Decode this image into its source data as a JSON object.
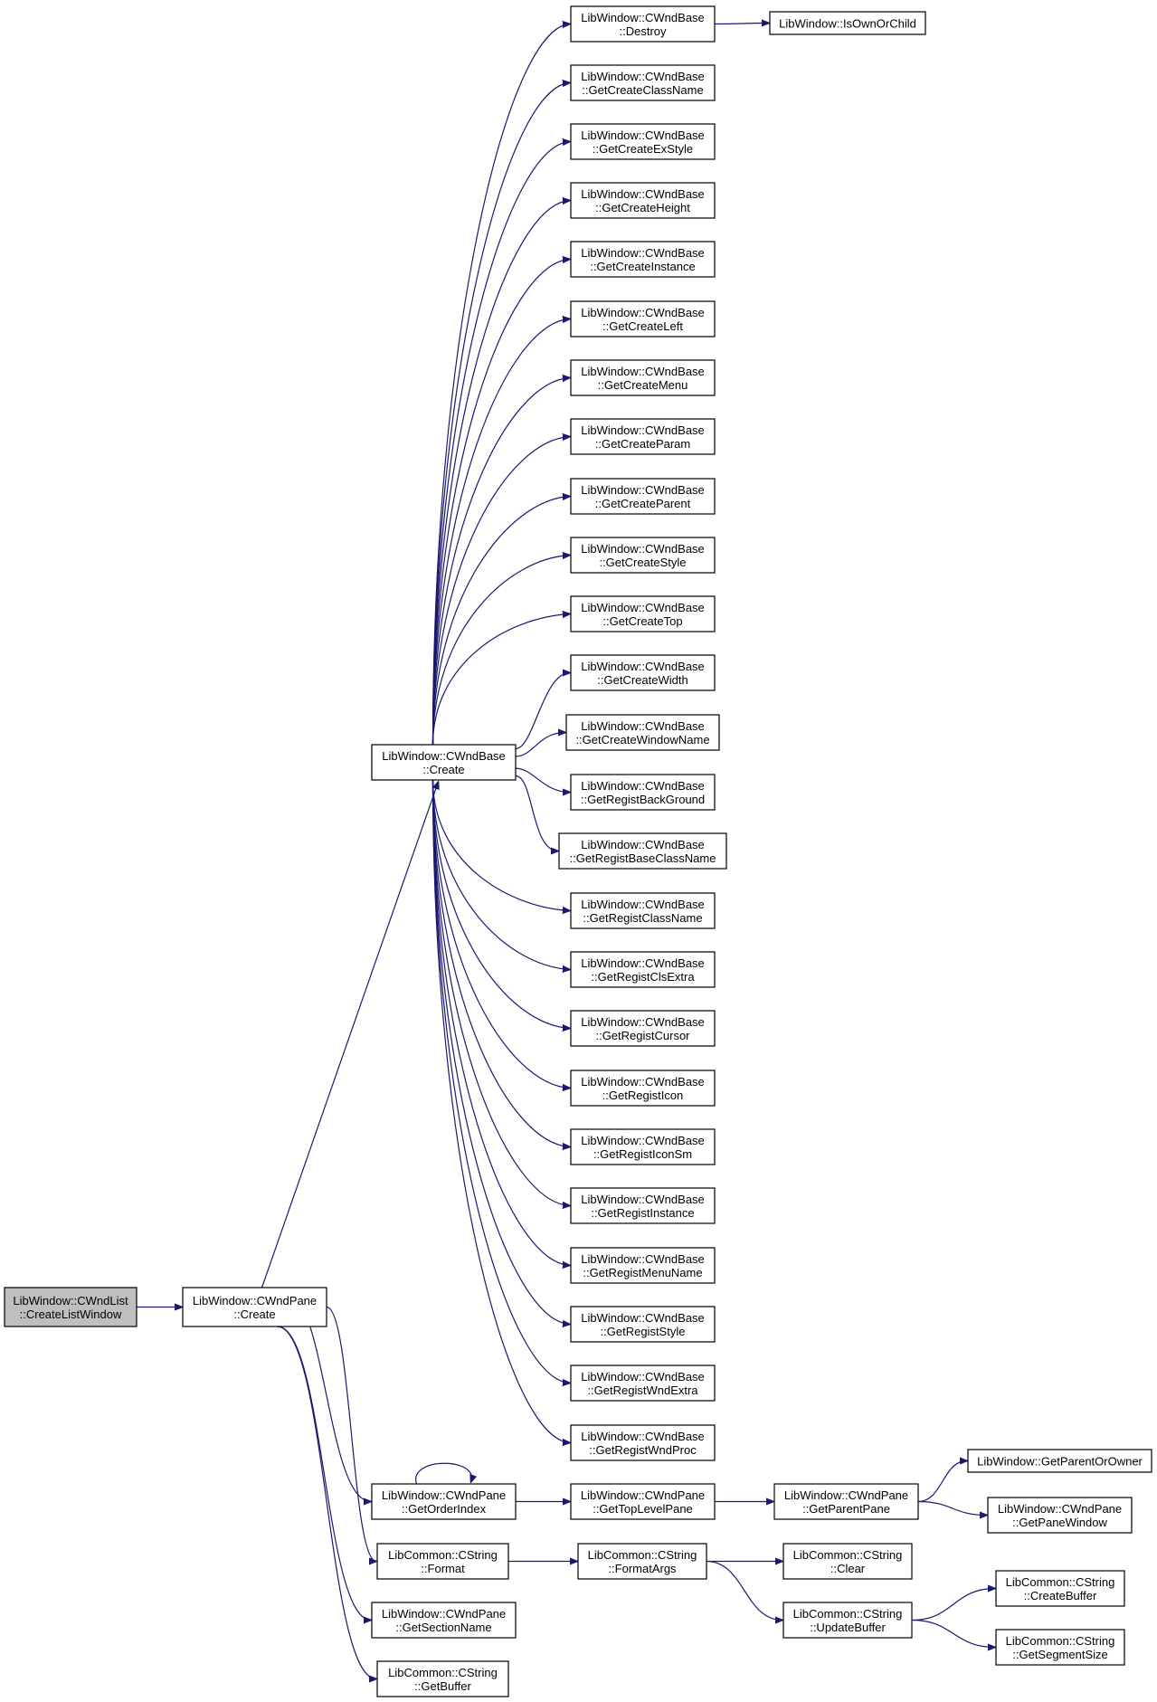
{
  "diagram": {
    "nodes": [
      {
        "id": "root",
        "lines": [
          "LibWindow::CWndList",
          "::CreateListWindow"
        ],
        "highlighted": true
      },
      {
        "id": "pane_create",
        "lines": [
          "LibWindow::CWndPane",
          "::Create"
        ]
      },
      {
        "id": "base_create",
        "lines": [
          "LibWindow::CWndBase",
          "::Create"
        ]
      },
      {
        "id": "destroy",
        "lines": [
          "LibWindow::CWndBase",
          "::Destroy"
        ]
      },
      {
        "id": "isownorchild",
        "lines": [
          "LibWindow::IsOwnOrChild"
        ]
      },
      {
        "id": "gcclassname",
        "lines": [
          "LibWindow::CWndBase",
          "::GetCreateClassName"
        ]
      },
      {
        "id": "gcexstyle",
        "lines": [
          "LibWindow::CWndBase",
          "::GetCreateExStyle"
        ]
      },
      {
        "id": "gcheight",
        "lines": [
          "LibWindow::CWndBase",
          "::GetCreateHeight"
        ]
      },
      {
        "id": "gcinstance",
        "lines": [
          "LibWindow::CWndBase",
          "::GetCreateInstance"
        ]
      },
      {
        "id": "gcleft",
        "lines": [
          "LibWindow::CWndBase",
          "::GetCreateLeft"
        ]
      },
      {
        "id": "gcmenu",
        "lines": [
          "LibWindow::CWndBase",
          "::GetCreateMenu"
        ]
      },
      {
        "id": "gcparam",
        "lines": [
          "LibWindow::CWndBase",
          "::GetCreateParam"
        ]
      },
      {
        "id": "gcparent",
        "lines": [
          "LibWindow::CWndBase",
          "::GetCreateParent"
        ]
      },
      {
        "id": "gcstyle",
        "lines": [
          "LibWindow::CWndBase",
          "::GetCreateStyle"
        ]
      },
      {
        "id": "gctop",
        "lines": [
          "LibWindow::CWndBase",
          "::GetCreateTop"
        ]
      },
      {
        "id": "gcwidth",
        "lines": [
          "LibWindow::CWndBase",
          "::GetCreateWidth"
        ]
      },
      {
        "id": "gcwindowname",
        "lines": [
          "LibWindow::CWndBase",
          "::GetCreateWindowName"
        ]
      },
      {
        "id": "grbackground",
        "lines": [
          "LibWindow::CWndBase",
          "::GetRegistBackGround"
        ]
      },
      {
        "id": "grbaseclassname",
        "lines": [
          "LibWindow::CWndBase",
          "::GetRegistBaseClassName"
        ]
      },
      {
        "id": "grclassname",
        "lines": [
          "LibWindow::CWndBase",
          "::GetRegistClassName"
        ]
      },
      {
        "id": "grclsextra",
        "lines": [
          "LibWindow::CWndBase",
          "::GetRegistClsExtra"
        ]
      },
      {
        "id": "grcursor",
        "lines": [
          "LibWindow::CWndBase",
          "::GetRegistCursor"
        ]
      },
      {
        "id": "gricon",
        "lines": [
          "LibWindow::CWndBase",
          "::GetRegistIcon"
        ]
      },
      {
        "id": "griconsm",
        "lines": [
          "LibWindow::CWndBase",
          "::GetRegistIconSm"
        ]
      },
      {
        "id": "grinstance",
        "lines": [
          "LibWindow::CWndBase",
          "::GetRegistInstance"
        ]
      },
      {
        "id": "grmenuname",
        "lines": [
          "LibWindow::CWndBase",
          "::GetRegistMenuName"
        ]
      },
      {
        "id": "grstyle",
        "lines": [
          "LibWindow::CWndBase",
          "::GetRegistStyle"
        ]
      },
      {
        "id": "grwndextra",
        "lines": [
          "LibWindow::CWndBase",
          "::GetRegistWndExtra"
        ]
      },
      {
        "id": "grwndproc",
        "lines": [
          "LibWindow::CWndBase",
          "::GetRegistWndProc"
        ]
      },
      {
        "id": "getorderindex",
        "lines": [
          "LibWindow::CWndPane",
          "::GetOrderIndex"
        ]
      },
      {
        "id": "gettoplevelpane",
        "lines": [
          "LibWindow::CWndPane",
          "::GetTopLevelPane"
        ]
      },
      {
        "id": "getparentpane",
        "lines": [
          "LibWindow::CWndPane",
          "::GetParentPane"
        ]
      },
      {
        "id": "getparentorowner",
        "lines": [
          "LibWindow::GetParentOrOwner"
        ]
      },
      {
        "id": "getpanewindow",
        "lines": [
          "LibWindow::CWndPane",
          "::GetPaneWindow"
        ]
      },
      {
        "id": "format",
        "lines": [
          "LibCommon::CString",
          "::Format"
        ]
      },
      {
        "id": "formatargs",
        "lines": [
          "LibCommon::CString",
          "::FormatArgs"
        ]
      },
      {
        "id": "clear",
        "lines": [
          "LibCommon::CString",
          "::Clear"
        ]
      },
      {
        "id": "updatebuffer",
        "lines": [
          "LibCommon::CString",
          "::UpdateBuffer"
        ]
      },
      {
        "id": "createbuffer",
        "lines": [
          "LibCommon::CString",
          "::CreateBuffer"
        ]
      },
      {
        "id": "getsegmentsize",
        "lines": [
          "LibCommon::CString",
          "::GetSegmentSize"
        ]
      },
      {
        "id": "getsectionname",
        "lines": [
          "LibWindow::CWndPane",
          "::GetSectionName"
        ]
      },
      {
        "id": "getbuffer",
        "lines": [
          "LibCommon::CString",
          "::GetBuffer"
        ]
      }
    ],
    "edges": [
      [
        "root",
        "pane_create"
      ],
      [
        "pane_create",
        "base_create"
      ],
      [
        "pane_create",
        "getorderindex"
      ],
      [
        "pane_create",
        "format"
      ],
      [
        "pane_create",
        "getsectionname"
      ],
      [
        "pane_create",
        "getbuffer"
      ],
      [
        "base_create",
        "destroy"
      ],
      [
        "base_create",
        "gcclassname"
      ],
      [
        "base_create",
        "gcexstyle"
      ],
      [
        "base_create",
        "gcheight"
      ],
      [
        "base_create",
        "gcinstance"
      ],
      [
        "base_create",
        "gcleft"
      ],
      [
        "base_create",
        "gcmenu"
      ],
      [
        "base_create",
        "gcparam"
      ],
      [
        "base_create",
        "gcparent"
      ],
      [
        "base_create",
        "gcstyle"
      ],
      [
        "base_create",
        "gctop"
      ],
      [
        "base_create",
        "gcwidth"
      ],
      [
        "base_create",
        "gcwindowname"
      ],
      [
        "base_create",
        "grbackground"
      ],
      [
        "base_create",
        "grbaseclassname"
      ],
      [
        "base_create",
        "grclassname"
      ],
      [
        "base_create",
        "grclsextra"
      ],
      [
        "base_create",
        "grcursor"
      ],
      [
        "base_create",
        "gricon"
      ],
      [
        "base_create",
        "griconsm"
      ],
      [
        "base_create",
        "grinstance"
      ],
      [
        "base_create",
        "grmenuname"
      ],
      [
        "base_create",
        "grstyle"
      ],
      [
        "base_create",
        "grwndextra"
      ],
      [
        "base_create",
        "grwndproc"
      ],
      [
        "destroy",
        "isownorchild"
      ],
      [
        "getorderindex",
        "getorderindex"
      ],
      [
        "getorderindex",
        "gettoplevelpane"
      ],
      [
        "gettoplevelpane",
        "getparentpane"
      ],
      [
        "getparentpane",
        "getparentorowner"
      ],
      [
        "getparentpane",
        "getpanewindow"
      ],
      [
        "format",
        "formatargs"
      ],
      [
        "formatargs",
        "clear"
      ],
      [
        "formatargs",
        "updatebuffer"
      ],
      [
        "updatebuffer",
        "createbuffer"
      ],
      [
        "updatebuffer",
        "getsegmentsize"
      ]
    ]
  }
}
